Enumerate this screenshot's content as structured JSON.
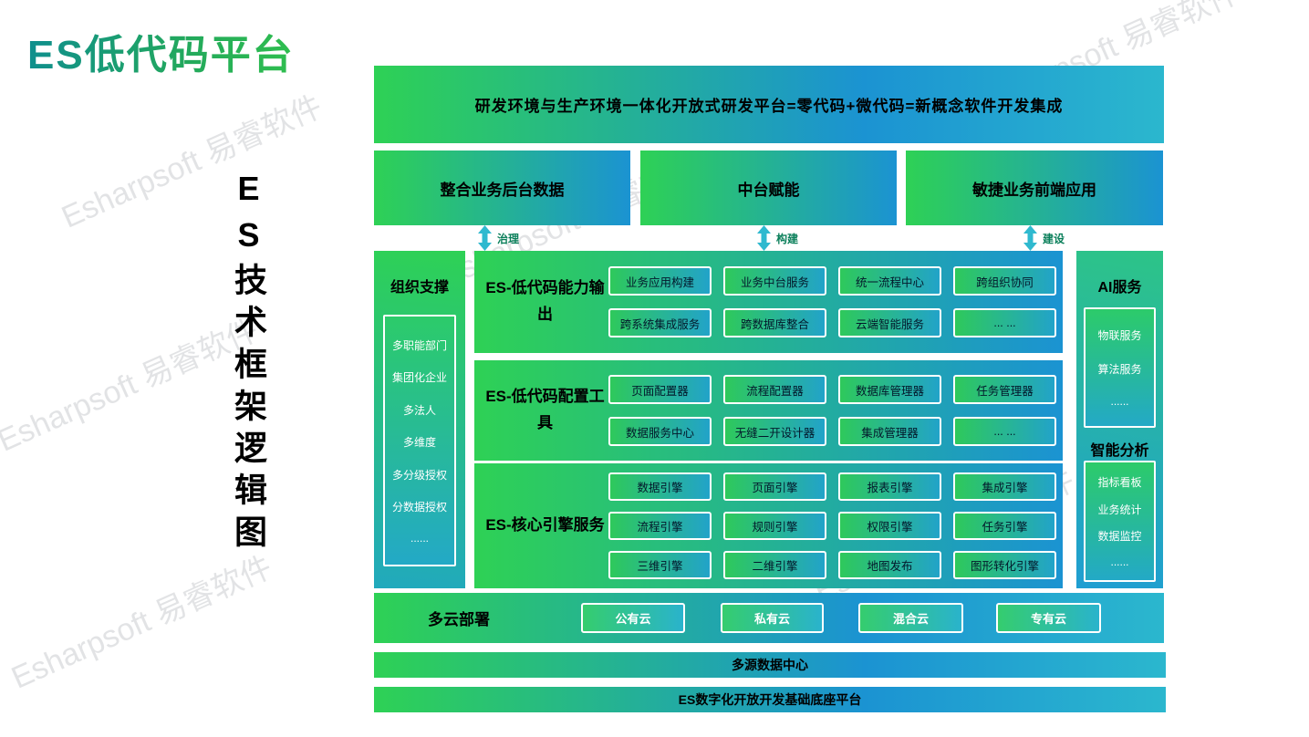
{
  "page": {
    "title": "ES低代码平台",
    "vertical_title": "ES技术框架逻辑图",
    "watermark": "Esharpsoft 易睿软件"
  },
  "colors": {
    "green": "#2ED155",
    "blue": "#1B93D2",
    "teal": "#2BB7CE",
    "title_gradient_start": "#0F8E8E",
    "title_gradient_end": "#2FBF4E",
    "arrow": "#2FB9CF",
    "arrow_label": "#0A7F5A"
  },
  "banner": {
    "text": "研发环境与生产环境一体化开放式研发平台=零代码+微代码=新概念软件开发集成"
  },
  "pillars": [
    {
      "label": "整合业务后台数据",
      "arrow_label": "治理"
    },
    {
      "label": "中台赋能",
      "arrow_label": "构建"
    },
    {
      "label": "敏捷业务前端应用",
      "arrow_label": "建设"
    }
  ],
  "org_support": {
    "title": "组织支撑",
    "items": [
      "多职能部门",
      "集团化企业",
      "多法人",
      "多维度",
      "多分级授权",
      "分数据授权",
      "......"
    ]
  },
  "capability_rows": [
    {
      "title": "ES-低代码能力输出",
      "items": [
        "业务应用构建",
        "业务中台服务",
        "统一流程中心",
        "跨组织协同",
        "跨系统集成服务",
        "跨数据库整合",
        "云端智能服务",
        "... ..."
      ]
    },
    {
      "title": "ES-低代码配置工具",
      "items": [
        "页面配置器",
        "流程配置器",
        "数据库管理器",
        "任务管理器",
        "数据服务中心",
        "无缝二开设计器",
        "集成管理器",
        "... ..."
      ]
    },
    {
      "title": "ES-核心引擎服务",
      "items": [
        "数据引擎",
        "页面引擎",
        "报表引擎",
        "集成引擎",
        "流程引擎",
        "规则引擎",
        "权限引擎",
        "任务引擎",
        "三维引擎",
        "二维引擎",
        "地图发布",
        "图形转化引擎"
      ]
    }
  ],
  "right_panels": [
    {
      "title": "AI服务",
      "items": [
        "物联服务",
        "算法服务",
        "......"
      ]
    },
    {
      "title": "智能分析",
      "items": [
        "指标看板",
        "业务统计",
        "数据监控",
        "......"
      ]
    }
  ],
  "cloud": {
    "title": "多云部署",
    "items": [
      "公有云",
      "私有云",
      "混合云",
      "专有云"
    ]
  },
  "bottom_bars": [
    {
      "text": "多源数据中心"
    },
    {
      "text": "ES数字化开放开发基础底座平台"
    }
  ]
}
